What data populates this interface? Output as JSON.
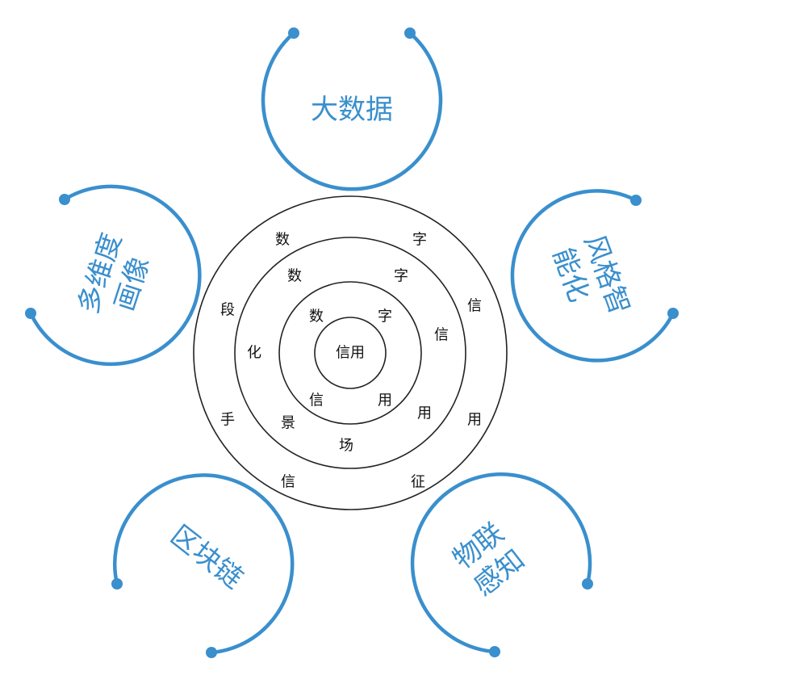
{
  "colors": {
    "accent": "#3a8fcd",
    "ring_stroke": "#222222",
    "text": "#111111"
  },
  "center": {
    "label": "信用"
  },
  "rings": {
    "ring1": [
      "数",
      "字",
      "信",
      "用"
    ],
    "ring2": [
      "数",
      "字",
      "信",
      "用",
      "场",
      "景",
      "化"
    ],
    "ring3": [
      "数",
      "字",
      "信",
      "用",
      "征",
      "信",
      "手",
      "段"
    ]
  },
  "satellites": {
    "top": {
      "line1": "大数据",
      "line2": ""
    },
    "right": {
      "line1": "风格智",
      "line2": "能化"
    },
    "bottom_right": {
      "line1": "物联",
      "line2": "感知"
    },
    "bottom_left": {
      "line1": "区块链",
      "line2": ""
    },
    "left": {
      "line1": "多维度",
      "line2": "画像"
    }
  }
}
